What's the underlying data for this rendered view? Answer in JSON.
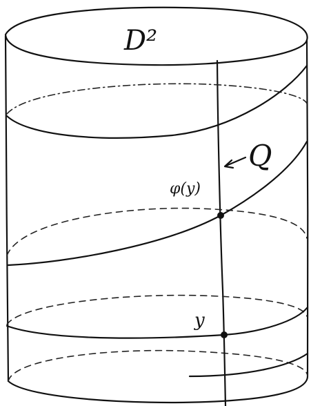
{
  "labels": {
    "disk": "D²",
    "curve": "Q",
    "image_point": "φ(y)",
    "point": "y"
  }
}
